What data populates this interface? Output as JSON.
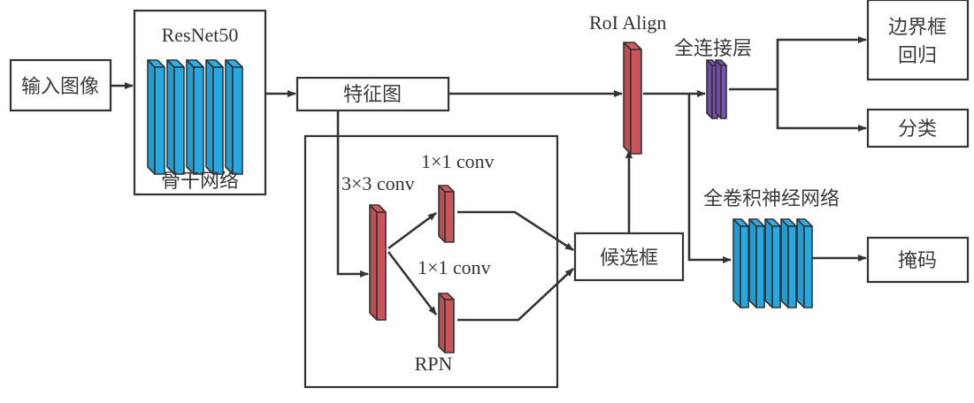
{
  "diagram": {
    "title": "Mask R-CNN architecture",
    "colors": {
      "backbone_layer": "#29a8e0",
      "conv_layer": "#c9555a",
      "fc_layer": "#7b4fb8",
      "stroke": "#333333",
      "background": "#ffffff"
    },
    "nodes": {
      "input_image": "输入图像",
      "backbone_name": "ResNet50",
      "backbone_label": "骨干网络",
      "feature_map": "特征图",
      "rpn": "RPN",
      "conv3x3": "3×3 conv",
      "conv1x1_top": "1×1 conv",
      "conv1x1_bottom": "1×1 conv",
      "proposals": "候选框",
      "roi_align": "RoI Align",
      "fc_layer": "全连接层",
      "bbox_regression_line1": "边界框",
      "bbox_regression_line2": "回归",
      "classification": "分类",
      "fcn": "全卷积神经网络",
      "mask": "掩码"
    },
    "edges": [
      {
        "from": "input_image",
        "to": "backbone"
      },
      {
        "from": "backbone",
        "to": "feature_map"
      },
      {
        "from": "feature_map",
        "to": "roi_align"
      },
      {
        "from": "feature_map",
        "to": "conv3x3"
      },
      {
        "from": "conv3x3",
        "to": "conv1x1_top"
      },
      {
        "from": "conv3x3",
        "to": "conv1x1_bottom"
      },
      {
        "from": "conv1x1_top",
        "to": "proposals"
      },
      {
        "from": "conv1x1_bottom",
        "to": "proposals"
      },
      {
        "from": "proposals",
        "to": "roi_align"
      },
      {
        "from": "roi_align",
        "to": "fc_layer"
      },
      {
        "from": "roi_align",
        "to": "fcn"
      },
      {
        "from": "fc_layer",
        "to": "bbox_regression"
      },
      {
        "from": "fc_layer",
        "to": "classification"
      },
      {
        "from": "fcn",
        "to": "mask"
      }
    ]
  }
}
